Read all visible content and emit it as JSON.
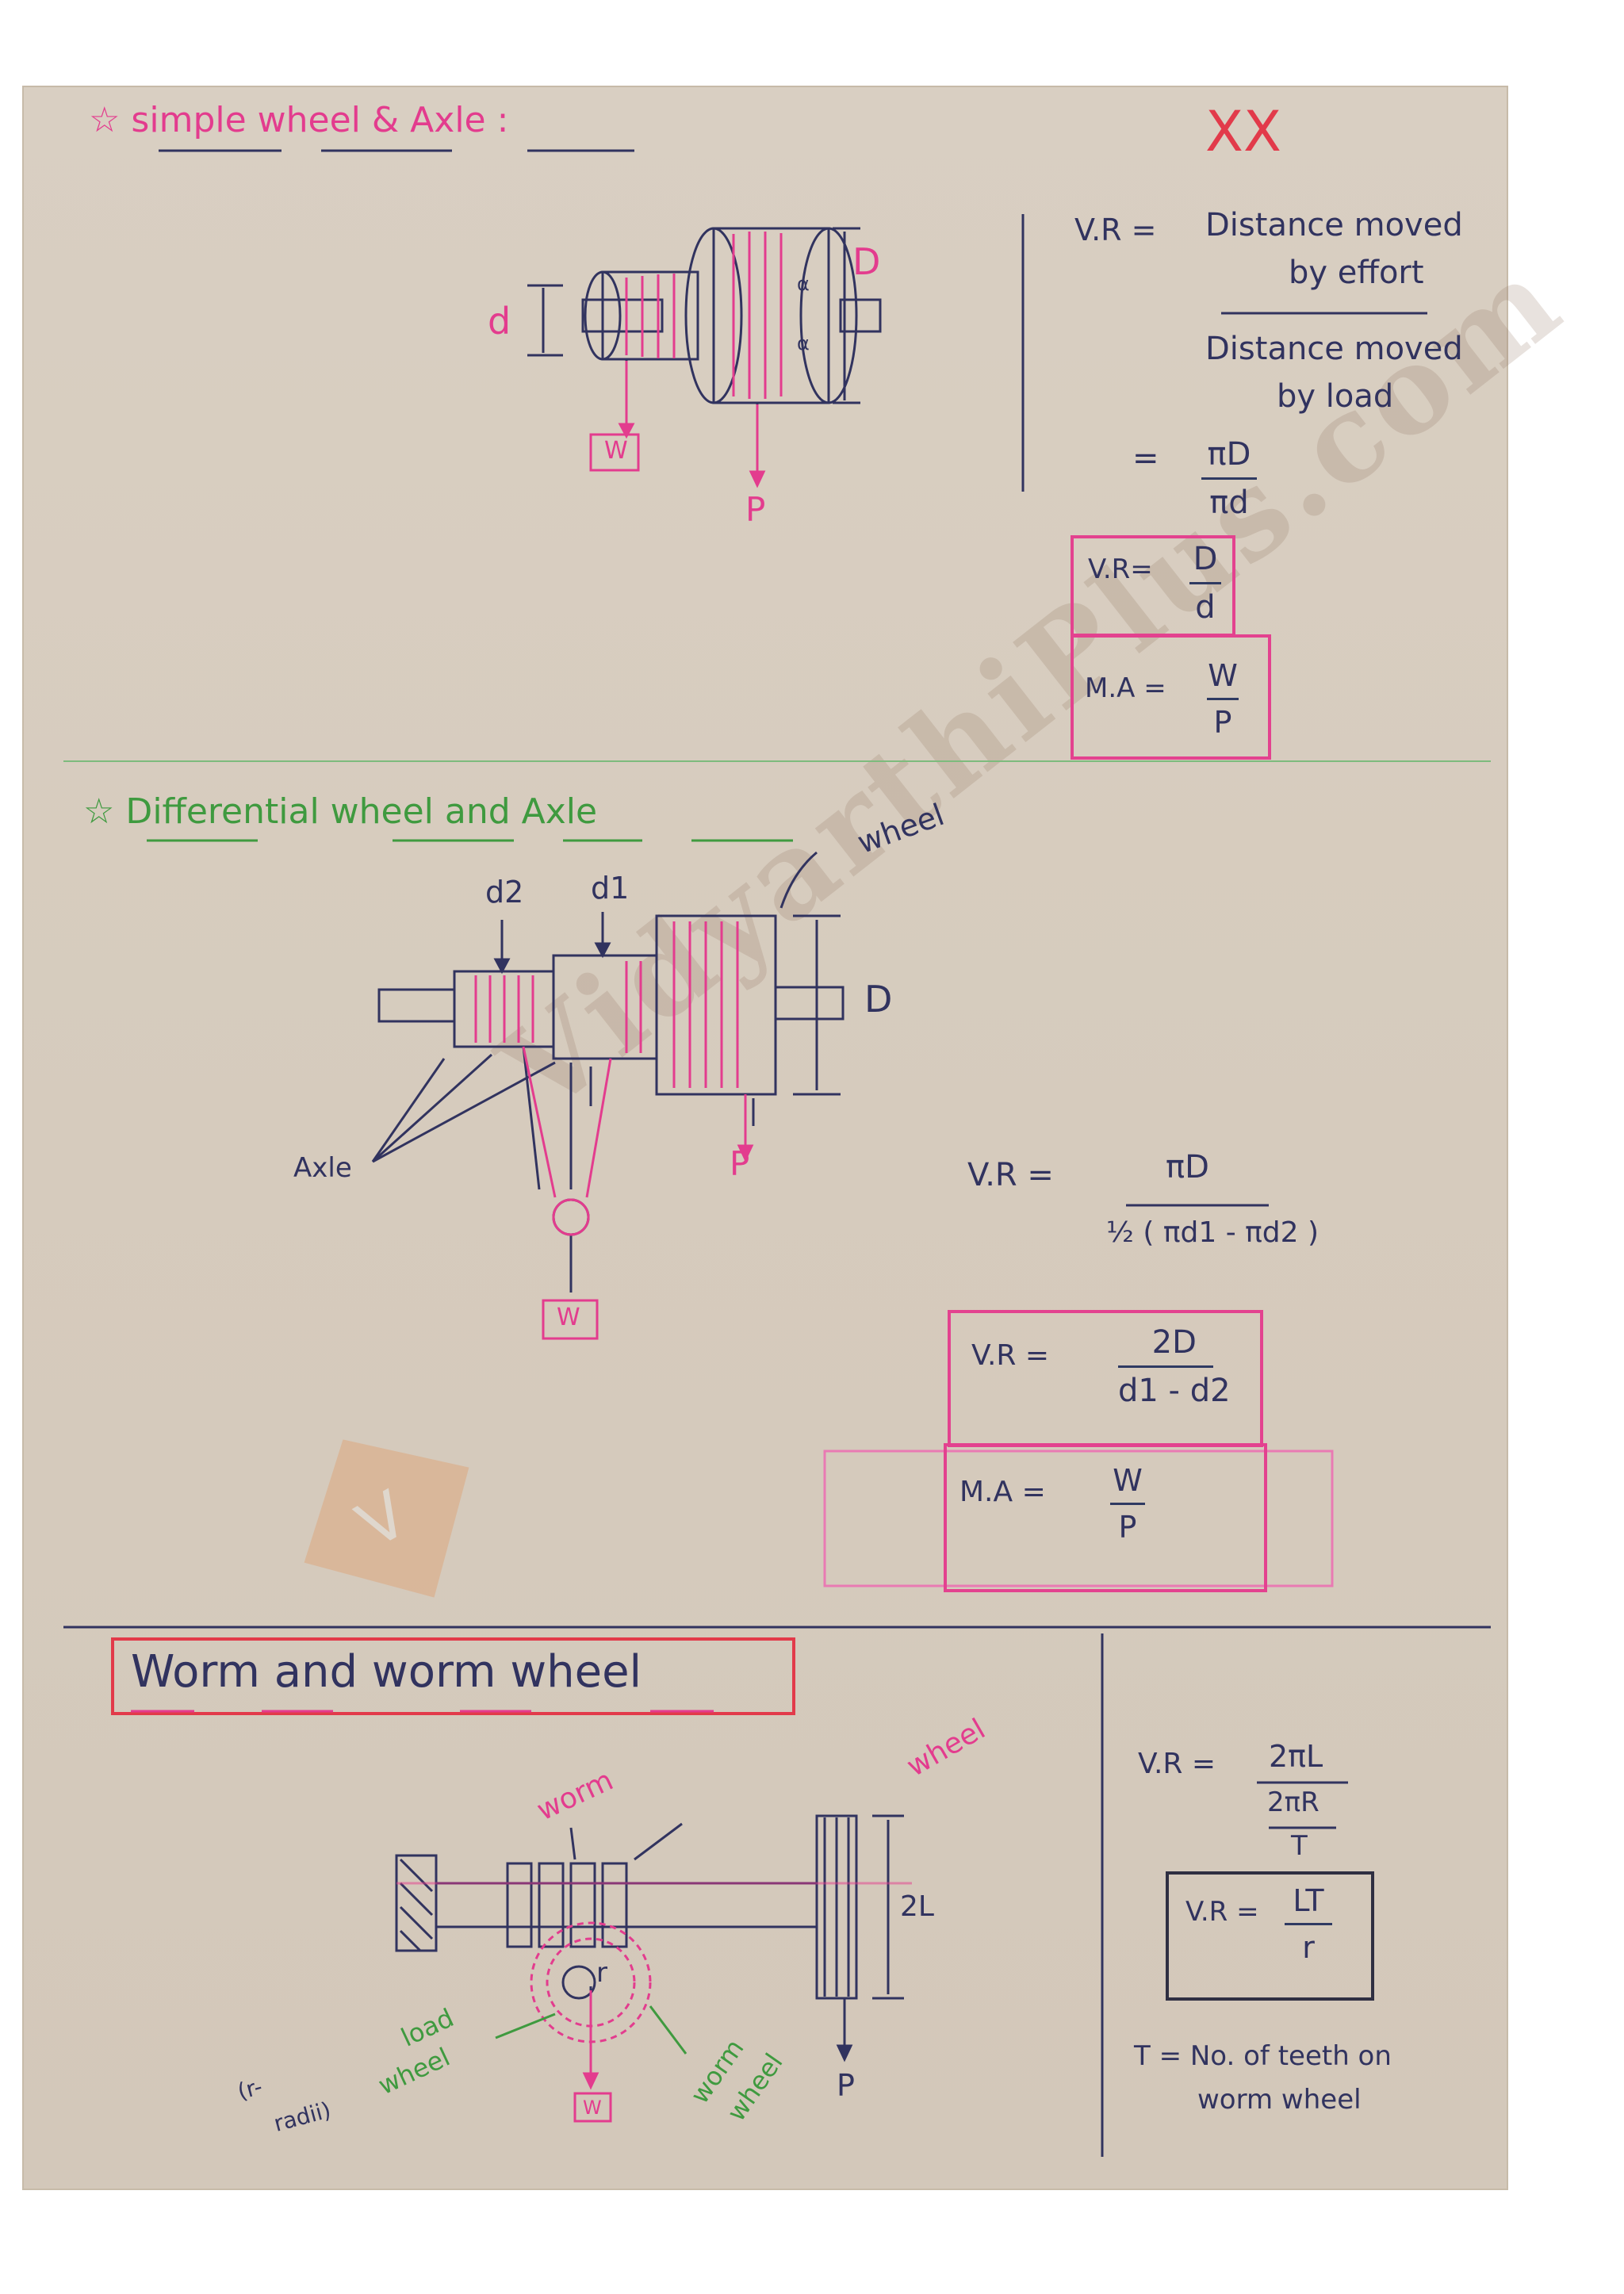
{
  "page": {
    "corner_mark": "XX",
    "watermark": "VidyarthiPlus.com"
  },
  "section1": {
    "heading": "☆ simple wheel & Axle :",
    "labels": {
      "d": "d",
      "D": "D",
      "W": "W",
      "P": "P",
      "alpha": "α"
    },
    "vr_label": "V.R =",
    "vr_num_1": "Distance moved",
    "vr_num_2": "by effort",
    "vr_den_1": "Distance moved",
    "vr_den_2": "by load",
    "eq_sign": "=",
    "ratio_num": "πD",
    "ratio_den": "πd",
    "box_vr_label": "V.R=",
    "box_vr_num": "D",
    "box_vr_den": "d",
    "box_ma_label": "M.A =",
    "box_ma_num": "W",
    "box_ma_den": "P"
  },
  "section2": {
    "heading": "☆ Differential wheel and Axle",
    "labels": {
      "wheel": "wheel",
      "d2": "d2",
      "d1": "d1",
      "D": "D",
      "P": "P",
      "axle": "Axle",
      "W": "W"
    },
    "vr_label": "V.R =",
    "vr_num": "πD",
    "vr_den": "½ ( πd1 - πd2 )",
    "box_vr_label": "V.R =",
    "box_vr_num": "2D",
    "box_vr_den": "d1 - d2",
    "box_ma_label": "M.A =",
    "box_ma_num": "W",
    "box_ma_den": "P"
  },
  "section3": {
    "heading": "Worm and worm wheel",
    "labels": {
      "worm": "worm",
      "wheel": "wheel",
      "two_l": "2L",
      "r": "r",
      "P": "P",
      "W": "W",
      "load_wheel_1": "load",
      "load_wheel_2": "wheel",
      "r_radii_1": "(r-",
      "r_radii_2": "radii)",
      "worm_wheel_1": "worm",
      "worm_wheel_2": "wheel"
    },
    "vr_label": "V.R =",
    "vr_num": "2πL",
    "vr_den_num": "2πR",
    "vr_den_den": "T",
    "box_vr_label": "V.R =",
    "box_vr_num": "LT",
    "box_vr_den": "r",
    "note_1": "T = No. of teeth on",
    "note_2": "worm wheel"
  }
}
